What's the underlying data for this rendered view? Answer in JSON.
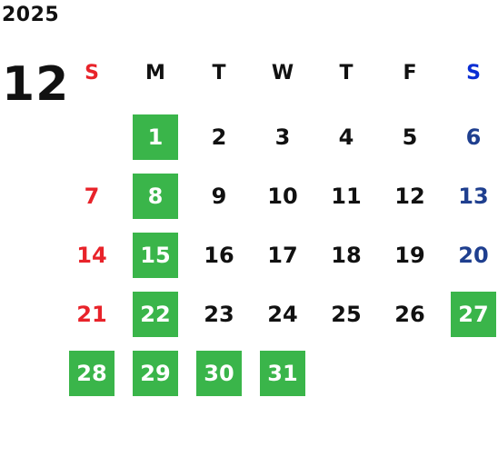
{
  "calendar": {
    "year": "2025",
    "month": "12",
    "weekdays": [
      {
        "label": "S",
        "color": "#e8232a"
      },
      {
        "label": "M",
        "color": "#111111"
      },
      {
        "label": "T",
        "color": "#111111"
      },
      {
        "label": "W",
        "color": "#111111"
      },
      {
        "label": "T",
        "color": "#111111"
      },
      {
        "label": "F",
        "color": "#111111"
      },
      {
        "label": "S",
        "color": "#0a2ed4"
      }
    ],
    "weeks": [
      [
        null,
        "1",
        "2",
        "3",
        "4",
        "5",
        "6"
      ],
      [
        "7",
        "8",
        "9",
        "10",
        "11",
        "12",
        "13"
      ],
      [
        "14",
        "15",
        "16",
        "17",
        "18",
        "19",
        "20"
      ],
      [
        "21",
        "22",
        "23",
        "24",
        "25",
        "26",
        "27"
      ],
      [
        "28",
        "29",
        "30",
        "31",
        null,
        null,
        null
      ]
    ],
    "highlighted_days": [
      "1",
      "8",
      "15",
      "22",
      "27",
      "28",
      "29",
      "30",
      "31"
    ],
    "colors": {
      "highlight_bg": "#3ab54a",
      "highlight_text": "#ffffff",
      "sunday_date": "#e8232a",
      "saturday_date": "#1f3f8f",
      "weekday_date": "#111111"
    }
  }
}
